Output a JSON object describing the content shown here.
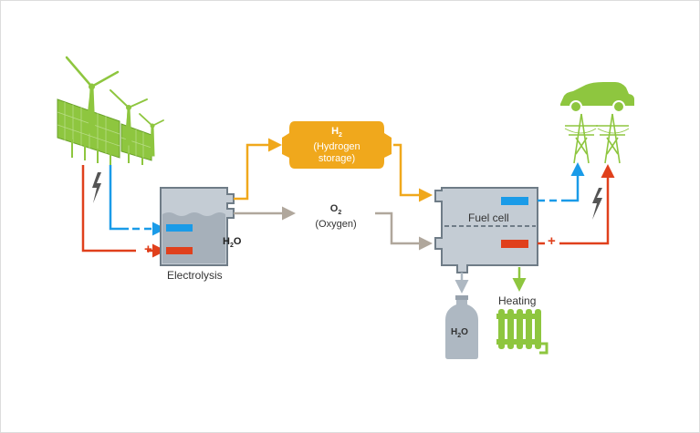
{
  "labels": {
    "electrolysis": "Electrolysis",
    "fuel_cell": "Fuel cell",
    "heating": "Heating",
    "water_tank": "H",
    "water_tank_sub": "2",
    "water_tank_tail": "O",
    "hydrogen_symbol": "H",
    "hydrogen_sub": "2",
    "hydrogen_line1": "(Hydrogen",
    "hydrogen_line2": "storage)",
    "oxygen_symbol": "O",
    "oxygen_sub": "2",
    "oxygen_name": "(Oxygen)",
    "bottle": "H",
    "bottle_sub": "2",
    "bottle_tail": "O",
    "plus_left": "+",
    "plus_right": "+"
  },
  "colors": {
    "hydrogen": "#f0a81c",
    "oxygen": "#b0a79c",
    "positive": "#e0401c",
    "negative": "#1a9be8",
    "renewables": "#8ec63f",
    "tank": "#c4ccd4",
    "tank_border": "#6f7c87",
    "water_out": "#aeb8c2",
    "heating": "#8ec63f"
  },
  "icons": [
    "wind-turbine-icon",
    "solar-panel-icon",
    "lightning-icon",
    "car-icon",
    "power-pylon-icon",
    "water-bottle-icon",
    "radiator-icon"
  ]
}
